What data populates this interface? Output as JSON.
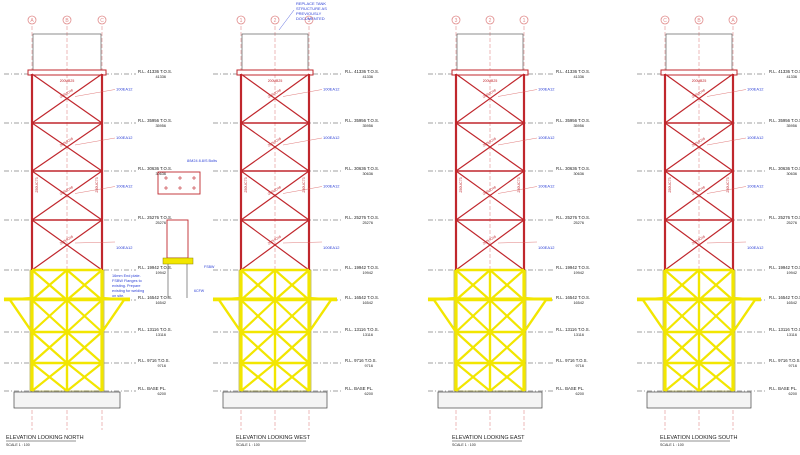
{
  "colors": {
    "red": "#c0272d",
    "red_dim": "#d85a5a",
    "yellow": "#f2e600",
    "yellow_edge": "#8a8400",
    "grid": "#e08a8a",
    "note_blue": "#2b3fd6",
    "ink": "#222222"
  },
  "levels": [
    {
      "rl": "R.L. 41336 T.O.S.",
      "sub": "41336"
    },
    {
      "rl": "R.L. 35956 T.O.S.",
      "sub": "35956"
    },
    {
      "rl": "R.L. 30636 T.O.S.",
      "sub": "30636"
    },
    {
      "rl": "R.L. 25276 T.O.S.",
      "sub": "25276"
    },
    {
      "rl": "R.L. 19942 T.O.S.",
      "sub": "19942"
    },
    {
      "rl": "R.L. 16542 T.O.S.",
      "sub": "16542"
    },
    {
      "rl": "R.L. 13116 T.O.S.",
      "sub": "13116"
    },
    {
      "rl": "R.L. 9716 T.O.S.",
      "sub": "9716"
    },
    {
      "rl": "R.L. BASE PL.",
      "sub": "6200"
    }
  ],
  "elevations": [
    {
      "title": "ELEVATION LOOKING NORTH",
      "scale": "SCALE 1 : 100",
      "grids": [
        "A",
        "B",
        "C"
      ]
    },
    {
      "title": "ELEVATION LOOKING WEST",
      "scale": "SCALE 1 : 100",
      "grids": [
        "1",
        "2",
        "3"
      ]
    },
    {
      "title": "ELEVATION LOOKING EAST",
      "scale": "SCALE 1 : 100",
      "grids": [
        "3",
        "2",
        "1"
      ]
    },
    {
      "title": "ELEVATION LOOKING SOUTH",
      "scale": "SCALE 1 : 100",
      "grids": [
        "C",
        "B",
        "A"
      ]
    }
  ],
  "member_labels": {
    "brace": "100EA12",
    "beam": "200UC46",
    "column": "250UC73",
    "top": "200UB25"
  },
  "notes": {
    "replace_tank": [
      "REPLACE TANK",
      "STRUCTURE AS",
      "PREVIOUSLY",
      "DOCUMENTED"
    ],
    "bolts": "8/M24 8.8/S Bolts",
    "end_plate": [
      "16mm End plate.",
      "FSBW Flanges to",
      "existing. Prepare",
      "existing for welding",
      "on site."
    ],
    "fsbw": "FSBW",
    "weld": "6CFW"
  }
}
